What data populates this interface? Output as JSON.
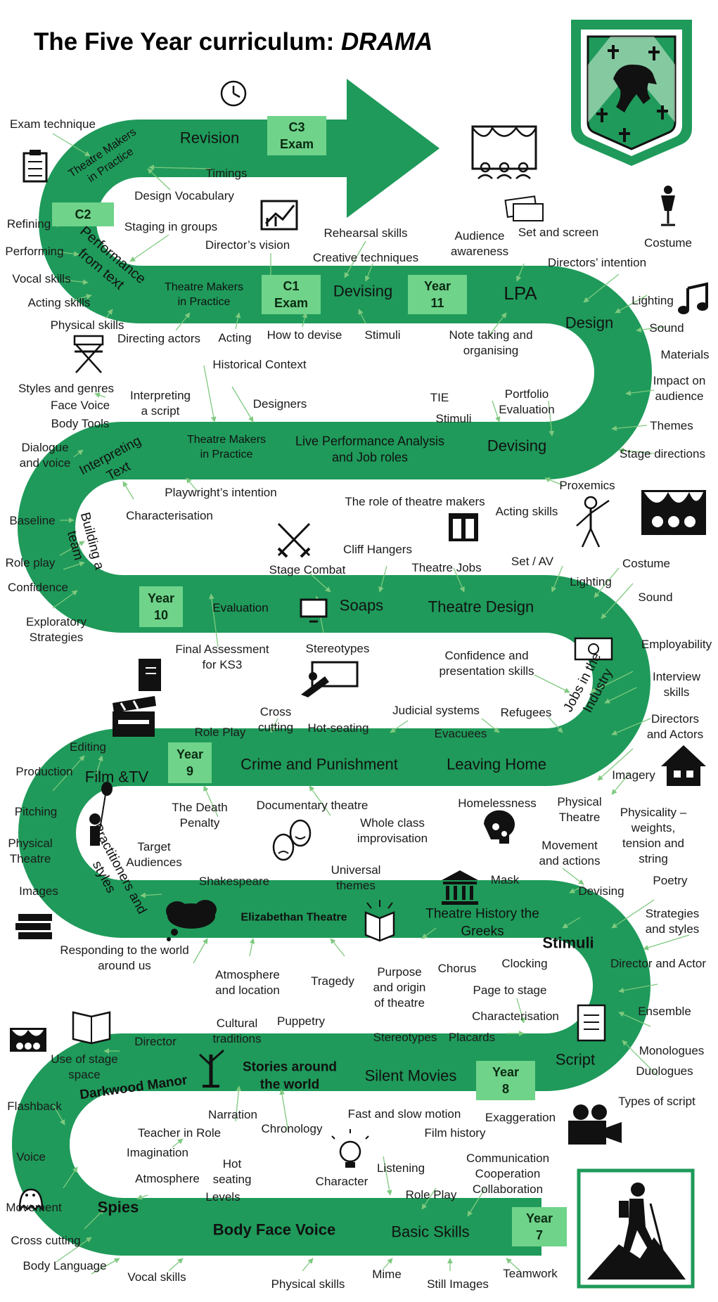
{
  "title": {
    "main": "The Five Year curriculum: ",
    "subject": "DRAMA"
  },
  "colors": {
    "road": "#1f9a5a",
    "road_dark": "#16804a",
    "year_box": "#6fd38a",
    "shield": "#1f9a5a",
    "arrow_lines": "#7fc97f"
  },
  "year_boxes": {
    "c3": "C3\nExam",
    "c2": "C2",
    "c1": "C1\nExam",
    "y11": "Year\n11",
    "y10": "Year\n10",
    "y9": "Year\n9",
    "y8": "Year\n8",
    "y7": "Year\n7"
  },
  "road_labels": {
    "revision": "Revision",
    "tmip_top": "Theatre Makers\nin Practice",
    "perf_from_text": "Performance\nfrom text",
    "tmip_y11": "Theatre Makers\nin Practice",
    "devising_y11": "Devising",
    "lpa": "LPA",
    "design": "Design",
    "devising_y10": "Devising",
    "lpa_job": "Live Performance Analysis\nand Job roles",
    "tmip_y10": "Theatre Makers\nin Practice",
    "interpreting": "Interpreting\nText",
    "building": "Building a\nteam",
    "evaluation": "Evaluation",
    "soaps": "Soaps",
    "theatre_design": "Theatre Design",
    "jobs": "Jobs in the\nIndustry",
    "crime": "Crime and Punishment",
    "leaving": "Leaving Home",
    "film": "Film &TV",
    "practitioners": "Practitioners and\nstyles",
    "elizabethan": "Elizabethan Theatre",
    "greeks": "Theatre History the\nGreeks",
    "stimuli": "Stimuli",
    "script": "Script",
    "silent": "Silent Movies",
    "stories": "Stories around\nthe world",
    "darkwood": "Darkwood Manor",
    "spies": "Spies",
    "bfv": "Body Face Voice",
    "basic": "Basic Skills"
  },
  "labels": [
    {
      "id": "exam-technique",
      "text": "Exam technique"
    },
    {
      "id": "timings",
      "text": "Timings"
    },
    {
      "id": "design-vocab",
      "text": "Design Vocabulary"
    },
    {
      "id": "refining",
      "text": "Refining"
    },
    {
      "id": "staging",
      "text": "Staging in groups"
    },
    {
      "id": "directors-vision",
      "text": "Director’s vision"
    },
    {
      "id": "performing",
      "text": "Performing"
    },
    {
      "id": "rehearsal",
      "text": "Rehearsal skills"
    },
    {
      "id": "creative",
      "text": "Creative techniques"
    },
    {
      "id": "audience-awareness",
      "text": "Audience\nawareness"
    },
    {
      "id": "set-screen",
      "text": "Set and screen"
    },
    {
      "id": "directors-intention",
      "text": "Directors’ intention"
    },
    {
      "id": "costume-top",
      "text": "Costume"
    },
    {
      "id": "vocal-skills-top",
      "text": "Vocal skills"
    },
    {
      "id": "acting-skills-top",
      "text": "Acting skills"
    },
    {
      "id": "physical-skills-top",
      "text": "Physical skills"
    },
    {
      "id": "directing-actors",
      "text": "Directing actors"
    },
    {
      "id": "acting",
      "text": "Acting"
    },
    {
      "id": "how-to-devise",
      "text": "How to devise"
    },
    {
      "id": "stimuli-top",
      "text": "Stimuli"
    },
    {
      "id": "note-taking",
      "text": "Note taking and\norganising"
    },
    {
      "id": "lighting-top",
      "text": "Lighting"
    },
    {
      "id": "sound-top",
      "text": "Sound"
    },
    {
      "id": "materials",
      "text": "Materials"
    },
    {
      "id": "historical",
      "text": "Historical Context"
    },
    {
      "id": "impact",
      "text": "Impact on\naudience"
    },
    {
      "id": "styles-genres",
      "text": "Styles and genres"
    },
    {
      "id": "interpreting-script",
      "text": "Interpreting\na script"
    },
    {
      "id": "face-voice",
      "text": "Face Voice"
    },
    {
      "id": "body-tools",
      "text": "Body Tools"
    },
    {
      "id": "designers",
      "text": "Designers"
    },
    {
      "id": "tie",
      "text": "TIE"
    },
    {
      "id": "stimuli-mid",
      "text": "Stimuli"
    },
    {
      "id": "portfolio",
      "text": "Portfolio\nEvaluation"
    },
    {
      "id": "themes",
      "text": "Themes"
    },
    {
      "id": "stage-directions",
      "text": "Stage directions"
    },
    {
      "id": "dialogue",
      "text": "Dialogue\nand voice"
    },
    {
      "id": "proxemics",
      "text": "Proxemics"
    },
    {
      "id": "playwright",
      "text": "Playwright’s intention"
    },
    {
      "id": "role-theatre-makers",
      "text": "The role of theatre makers"
    },
    {
      "id": "acting-skills-mid",
      "text": "Acting skills"
    },
    {
      "id": "characterisation-mid",
      "text": "Characterisation"
    },
    {
      "id": "baseline",
      "text": "Baseline"
    },
    {
      "id": "cliff",
      "text": "Cliff Hangers"
    },
    {
      "id": "role-play-mid",
      "text": "Role play"
    },
    {
      "id": "stage-combat",
      "text": "Stage Combat"
    },
    {
      "id": "theatre-jobs",
      "text": "Theatre Jobs"
    },
    {
      "id": "set-av",
      "text": "Set / AV"
    },
    {
      "id": "costume-mid",
      "text": "Costume"
    },
    {
      "id": "confidence",
      "text": "Confidence"
    },
    {
      "id": "lighting-mid",
      "text": "Lighting"
    },
    {
      "id": "sound-mid",
      "text": "Sound"
    },
    {
      "id": "exploratory",
      "text": "Exploratory\nStrategies"
    },
    {
      "id": "final-assessment",
      "text": "Final Assessment\nfor KS3"
    },
    {
      "id": "stereotypes-mid",
      "text": "Stereotypes"
    },
    {
      "id": "confidence-presentation",
      "text": "Confidence and\npresentation skills"
    },
    {
      "id": "employability",
      "text": "Employability"
    },
    {
      "id": "interview",
      "text": "Interview\nskills"
    },
    {
      "id": "cross-cutting-mid",
      "text": "Cross\ncutting"
    },
    {
      "id": "judicial",
      "text": "Judicial systems"
    },
    {
      "id": "refugees",
      "text": "Refugees"
    },
    {
      "id": "directors-actors",
      "text": "Directors\nand Actors"
    },
    {
      "id": "role-play-y9",
      "text": "Role Play"
    },
    {
      "id": "hot-seating-mid",
      "text": "Hot-seating"
    },
    {
      "id": "evacuees",
      "text": "Evacuees"
    },
    {
      "id": "editing",
      "text": "Editing"
    },
    {
      "id": "production",
      "text": "Production"
    },
    {
      "id": "imagery",
      "text": "Imagery"
    },
    {
      "id": "pitching",
      "text": "Pitching"
    },
    {
      "id": "death-penalty",
      "text": "The Death\nPenalty"
    },
    {
      "id": "documentary",
      "text": "Documentary theatre"
    },
    {
      "id": "homelessness",
      "text": "Homelessness"
    },
    {
      "id": "physical-theatre-right",
      "text": "Physical\nTheatre"
    },
    {
      "id": "physicality",
      "text": "Physicality –\nweights,\ntension and\nstring"
    },
    {
      "id": "physical-theatre-left",
      "text": "Physical\nTheatre"
    },
    {
      "id": "target-audiences",
      "text": "Target\nAudiences"
    },
    {
      "id": "whole-class",
      "text": "Whole class\nimprovisation"
    },
    {
      "id": "movement-actions",
      "text": "Movement\nand actions"
    },
    {
      "id": "images",
      "text": "Images"
    },
    {
      "id": "shakespeare",
      "text": "Shakespeare"
    },
    {
      "id": "universal",
      "text": "Universal\nthemes"
    },
    {
      "id": "mask",
      "text": "Mask"
    },
    {
      "id": "poetry",
      "text": "Poetry"
    },
    {
      "id": "devising-low",
      "text": "Devising"
    },
    {
      "id": "strategies-styles",
      "text": "Strategies\nand styles"
    },
    {
      "id": "responding",
      "text": "Responding to the world\naround us"
    },
    {
      "id": "atmosphere-location",
      "text": "Atmosphere\nand location"
    },
    {
      "id": "tragedy",
      "text": "Tragedy"
    },
    {
      "id": "purpose-origin",
      "text": "Purpose\nand origin\nof theatre"
    },
    {
      "id": "chorus",
      "text": "Chorus"
    },
    {
      "id": "clocking",
      "text": "Clocking"
    },
    {
      "id": "director-actor",
      "text": "Director and Actor"
    },
    {
      "id": "page-to-stage",
      "text": "Page to stage"
    },
    {
      "id": "characterisation-low",
      "text": "Characterisation"
    },
    {
      "id": "ensemble",
      "text": "Ensemble"
    },
    {
      "id": "use-stage-space",
      "text": "Use of stage\nspace"
    },
    {
      "id": "director-low",
      "text": "Director"
    },
    {
      "id": "cultural",
      "text": "Cultural\ntraditions"
    },
    {
      "id": "puppetry",
      "text": "Puppetry"
    },
    {
      "id": "stereotypes-low",
      "text": "Stereotypes"
    },
    {
      "id": "placards",
      "text": "Placards"
    },
    {
      "id": "monologues",
      "text": "Monologues"
    },
    {
      "id": "duologues",
      "text": "Duologues"
    },
    {
      "id": "types-script",
      "text": "Types of script"
    },
    {
      "id": "flashback",
      "text": "Flashback"
    },
    {
      "id": "narration",
      "text": "Narration"
    },
    {
      "id": "chronology",
      "text": "Chronology"
    },
    {
      "id": "fast-slow",
      "text": "Fast and slow motion"
    },
    {
      "id": "exaggeration",
      "text": "Exaggeration"
    },
    {
      "id": "film-history",
      "text": "Film history"
    },
    {
      "id": "teacher-role",
      "text": "Teacher in Role"
    },
    {
      "id": "imagination",
      "text": "Imagination"
    },
    {
      "id": "communication",
      "text": "Communication\nCooperation\nCollaboration"
    },
    {
      "id": "voice",
      "text": "Voice"
    },
    {
      "id": "hot-seating-low",
      "text": "Hot\nseating"
    },
    {
      "id": "listening",
      "text": "Listening"
    },
    {
      "id": "atmosphere-low",
      "text": "Atmosphere"
    },
    {
      "id": "character",
      "text": "Character"
    },
    {
      "id": "role-play-low",
      "text": "Role Play"
    },
    {
      "id": "levels",
      "text": "Levels"
    },
    {
      "id": "movement-low",
      "text": "Movement"
    },
    {
      "id": "cross-cutting-low",
      "text": "Cross cutting"
    },
    {
      "id": "body-language",
      "text": "Body Language"
    },
    {
      "id": "vocal-skills-low",
      "text": "Vocal skills"
    },
    {
      "id": "physical-skills-low",
      "text": "Physical skills"
    },
    {
      "id": "mime",
      "text": "Mime"
    },
    {
      "id": "still-images",
      "text": "Still Images"
    },
    {
      "id": "teamwork",
      "text": "Teamwork"
    }
  ],
  "icons": [
    "clock-icon",
    "clipboard-icon",
    "theatre-stage-icon",
    "chart-icon",
    "tickets-icon",
    "mannequin-icon",
    "music-note-icon",
    "director-chair-icon",
    "puppet-icon",
    "curtains-icon",
    "audience-icon",
    "swords-icon",
    "monitor-icon",
    "book-icon",
    "presentation-icon",
    "clapperboard-icon",
    "money-icon",
    "house-icon",
    "person-balloon-icon",
    "masks-icon",
    "brain-gears-icon",
    "greek-temple-icon",
    "open-book-icon",
    "books-stack-icon",
    "thought-cloud-icon",
    "scroll-icon",
    "tree-icon",
    "film-camera-icon",
    "lightbulb-icon",
    "ghost-icon",
    "hiker-icon",
    "school-shield-icon"
  ]
}
